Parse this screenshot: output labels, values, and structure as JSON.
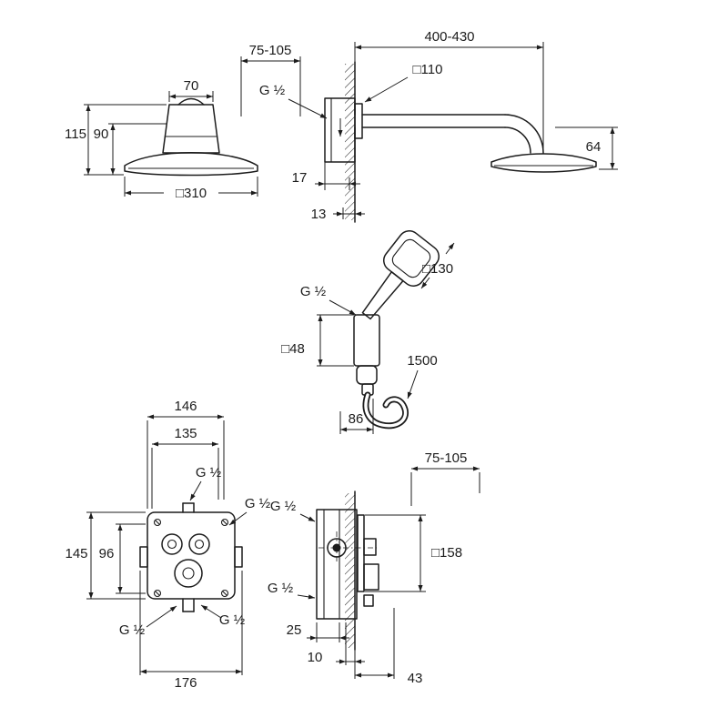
{
  "page": {
    "background": "#ffffff",
    "ink": "#1c1c1c"
  },
  "views": {
    "head_front": {
      "dim_top_width": "70",
      "dim_height_total": "115",
      "dim_height_head": "90",
      "dim_width": "□310"
    },
    "head_side": {
      "dim_wall_range": "75-105",
      "dim_thread": "G ½",
      "dim_projection": "400-430",
      "dim_escutcheon": "□110",
      "dim_drop": "64",
      "dim_depth_a": "17",
      "dim_depth_b": "13"
    },
    "hand_shower": {
      "dim_head": "□130",
      "dim_thread": "G ½",
      "dim_holder": "□48",
      "dim_hose_length": "1500",
      "dim_projection": "86"
    },
    "trim_front": {
      "dim_width_a": "146",
      "dim_width_b": "135",
      "dim_thread_top": "G ½",
      "dim_thread_upper_right": "G ½",
      "dim_height": "145",
      "dim_height_inner": "96",
      "dim_thread_bottom_left": "G ½",
      "dim_thread_bottom_right": "G ½",
      "dim_width_total": "176"
    },
    "valve_side": {
      "dim_wall_range": "75-105",
      "dim_plate": "□158",
      "dim_thread_top": "G ½",
      "dim_thread_bottom": "G ½",
      "dim_offset_a": "25",
      "dim_offset_b": "10",
      "dim_offset_c": "43"
    }
  }
}
